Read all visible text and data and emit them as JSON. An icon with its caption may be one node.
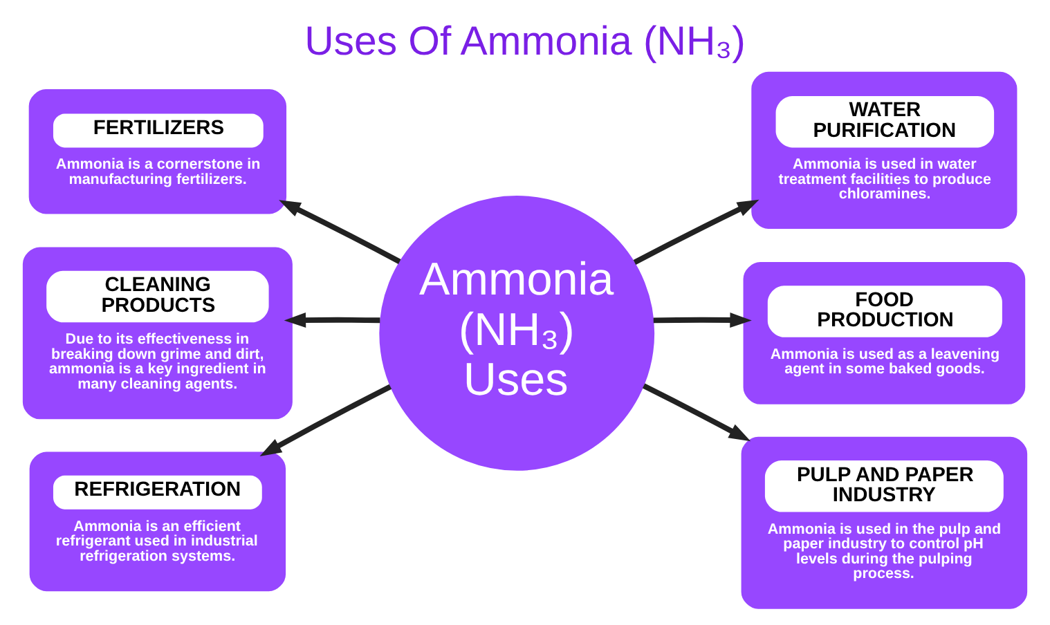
{
  "diagram": {
    "title": "Uses Of Ammonia (NH₃)",
    "nodes": [
      {
        "text": [
          "FERTILIZERS",
          "Ammonia is a cornerstone in manufacturing fertilizers."
        ]
      },
      {
        "text": [
          "WATER PURIFICATION",
          "Ammonia is used in water treatment facilities to produce chloramines."
        ]
      },
      {
        "text": [
          "Ammonia (NH₃) Uses"
        ]
      },
      {
        "text": [
          "CLEANING PRODUCTS",
          "Due to its effectiveness in breaking down grime and dirt, ammonia is a key ingredient in many cleaning agents."
        ]
      },
      {
        "text": [
          "FOOD PRODUCTION",
          "Ammonia is used as a leavening agent in some baked goods."
        ]
      },
      {
        "text": [
          "REFRIGERATION",
          "Ammonia is an efficient refrigerant used in industrial refrigeration systems."
        ]
      },
      {
        "text": [
          "PULP AND PAPER INDUSTRY",
          "Ammonia is used in the pulp and paper industry to control pH levels during the pulping process."
        ]
      }
    ],
    "edges": [
      {
        "from": 2,
        "to": 0,
        "arrow": "to"
      },
      {
        "from": 2,
        "to": 1,
        "arrow": "to"
      },
      {
        "from": 2,
        "to": 3,
        "arrow": "to"
      },
      {
        "from": 2,
        "to": 4,
        "arrow": "to"
      },
      {
        "from": 2,
        "to": 5,
        "arrow": "to"
      },
      {
        "from": 2,
        "to": 6,
        "arrow": "to"
      }
    ]
  }
}
